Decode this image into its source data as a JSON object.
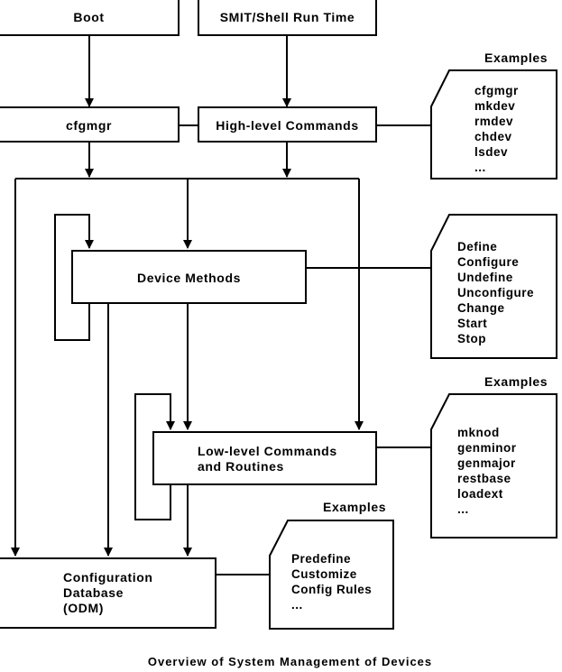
{
  "boxes": {
    "boot": "Boot",
    "smit": "SMIT/Shell Run Time",
    "cfgmgr": "cfgmgr",
    "high_level": "High-level Commands",
    "device_methods": "Device Methods",
    "low_level_line1": "Low-level Commands",
    "low_level_line2": "and Routines",
    "config_line1": "Configuration",
    "config_line2": "Database",
    "config_line3": "(ODM)"
  },
  "examples_label": "Examples",
  "high_level_examples": [
    "cfgmgr",
    "mkdev",
    "rmdev",
    "chdev",
    "lsdev",
    "..."
  ],
  "device_method_ops": [
    "Define",
    "Configure",
    "Undefine",
    "Unconfigure",
    "Change",
    "Start",
    "Stop"
  ],
  "low_level_examples": [
    "mknod",
    "genminor",
    "genmajor",
    "restbase",
    "loadext",
    "..."
  ],
  "odm_examples": [
    "Predefine",
    "Customize",
    "Config Rules",
    "..."
  ],
  "caption": "Overview of System Management of Devices"
}
